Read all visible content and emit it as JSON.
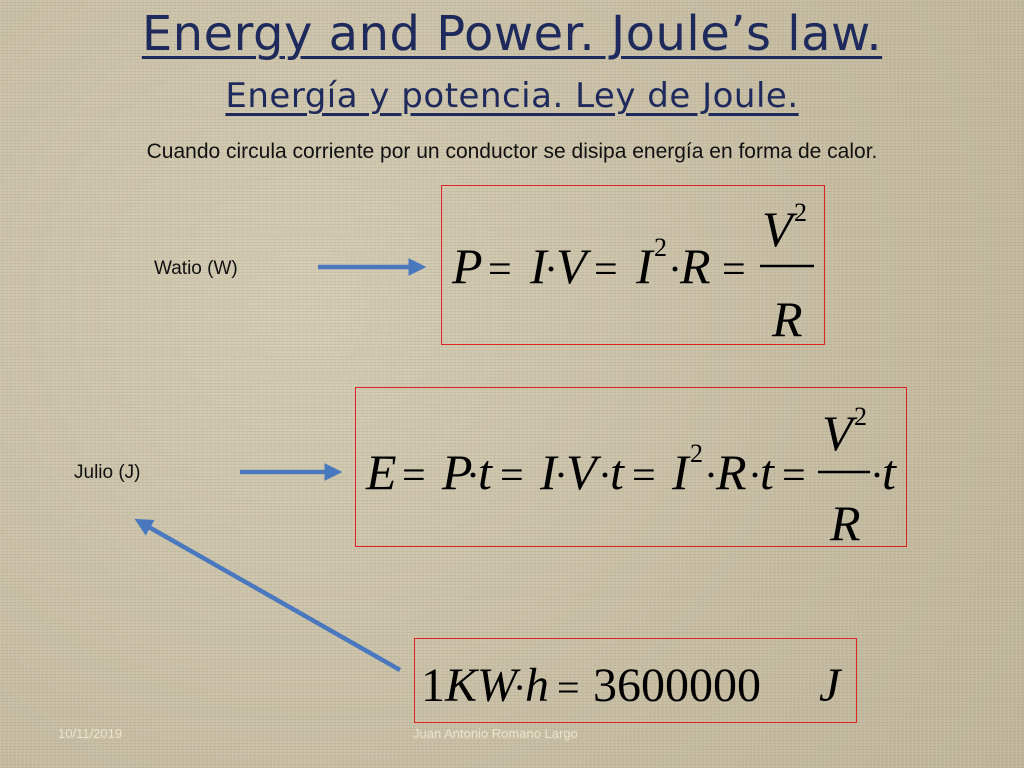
{
  "slide": {
    "title_en": "Energy and Power. Joule’s law.",
    "title_es": "Energía y potencia. Ley de Joule.",
    "intro": "Cuando circula corriente por un conductor se disipa energía en forma de calor.",
    "label_power": "Watio (W)",
    "label_energy": "Julio (J)"
  },
  "formulas": {
    "power": {
      "P": "P",
      "eq": "=",
      "I": "I",
      "dot": "·",
      "V": "V",
      "R": "R",
      "two": "2"
    },
    "energy": {
      "E": "E",
      "P": "P",
      "t": "t",
      "I": "I",
      "V": "V",
      "R": "R",
      "eq": "=",
      "dot": "·",
      "two": "2"
    },
    "kwh": {
      "one": "1",
      "KW": "KW",
      "dot": "·",
      "h": "h",
      "eq": "=",
      "value": "3600000",
      "J": "J"
    }
  },
  "footer": {
    "date": "10/11/2019",
    "author": "Juan Antonio Romano Largo"
  },
  "colors": {
    "title": "#1f2a5c",
    "box_border": "#dd2222",
    "arrow": "#4a78bf"
  }
}
